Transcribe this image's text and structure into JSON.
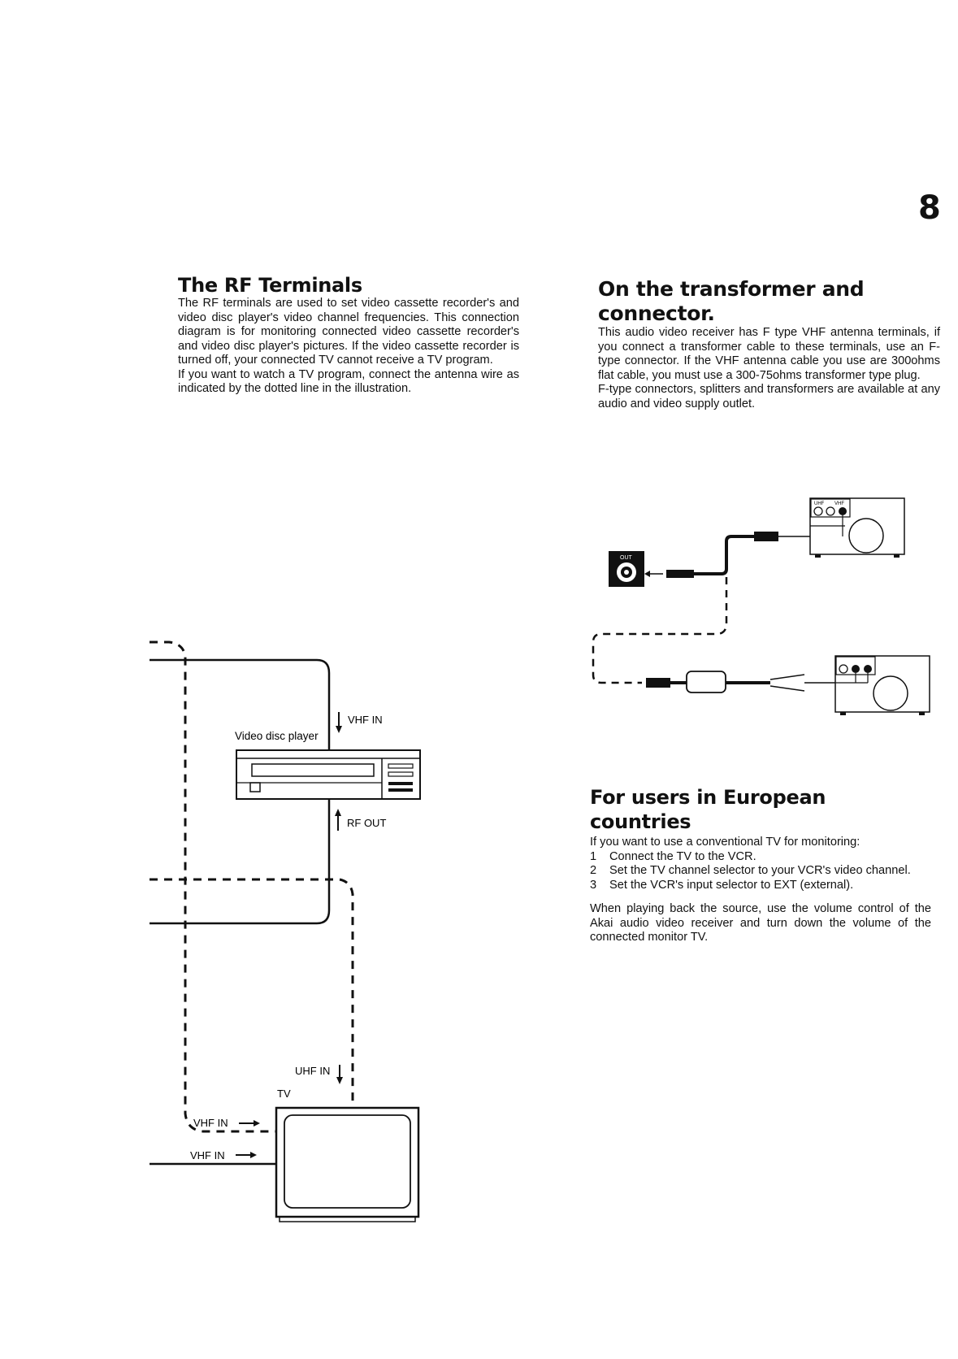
{
  "page_number": "8",
  "rf_terminals": {
    "title": "The RF Terminals",
    "paragraphs": [
      "The RF terminals are used to set video cassette recorder's and video disc player's video channel frequencies. This connection diagram is for monitoring connected video cassette recorder's and video disc player's pictures. If the video cassette recorder is turned off, your connected TV cannot receive a TV program.",
      "If you want to watch a TV program, connect the antenna wire as indicated by the dotted line in the illustration."
    ]
  },
  "transformer": {
    "title": "On the transformer and connector.",
    "paragraphs": [
      "This audio video receiver has F type VHF antenna terminals, if you connect a transformer cable to these terminals, use an F-type connector. If the VHF antenna cable you use are 300ohms flat cable, you must use a 300-75ohms transformer type plug.",
      "F-type connectors, splitters and transformers are available at any audio and video supply outlet."
    ]
  },
  "european": {
    "title": "For users in European countries",
    "intro": "If you want to use a conventional TV for monitoring:",
    "steps": [
      {
        "num": "1",
        "text": "Connect the TV to the VCR."
      },
      {
        "num": "2",
        "text": "Set the TV channel selector to your VCR's video channel."
      },
      {
        "num": "3",
        "text": "Set the VCR's input selector to EXT (external)."
      }
    ],
    "closing": "When playing back the source, use the volume control of the Akai audio video receiver and turn down the volume of the connected monitor TV."
  },
  "rf_diagram": {
    "vhf_in_top": "VHF IN",
    "video_disc_player": "Video disc player",
    "rf_out": "RF OUT",
    "uhf_in": "UHF IN",
    "tv": "TV",
    "vhf_in_dotted": "VHF IN",
    "vhf_in_solid": "VHF IN"
  },
  "connector_diagram": {
    "out_label": "OUT",
    "uhf_label": "UHF",
    "vhf_label": "VHF"
  }
}
